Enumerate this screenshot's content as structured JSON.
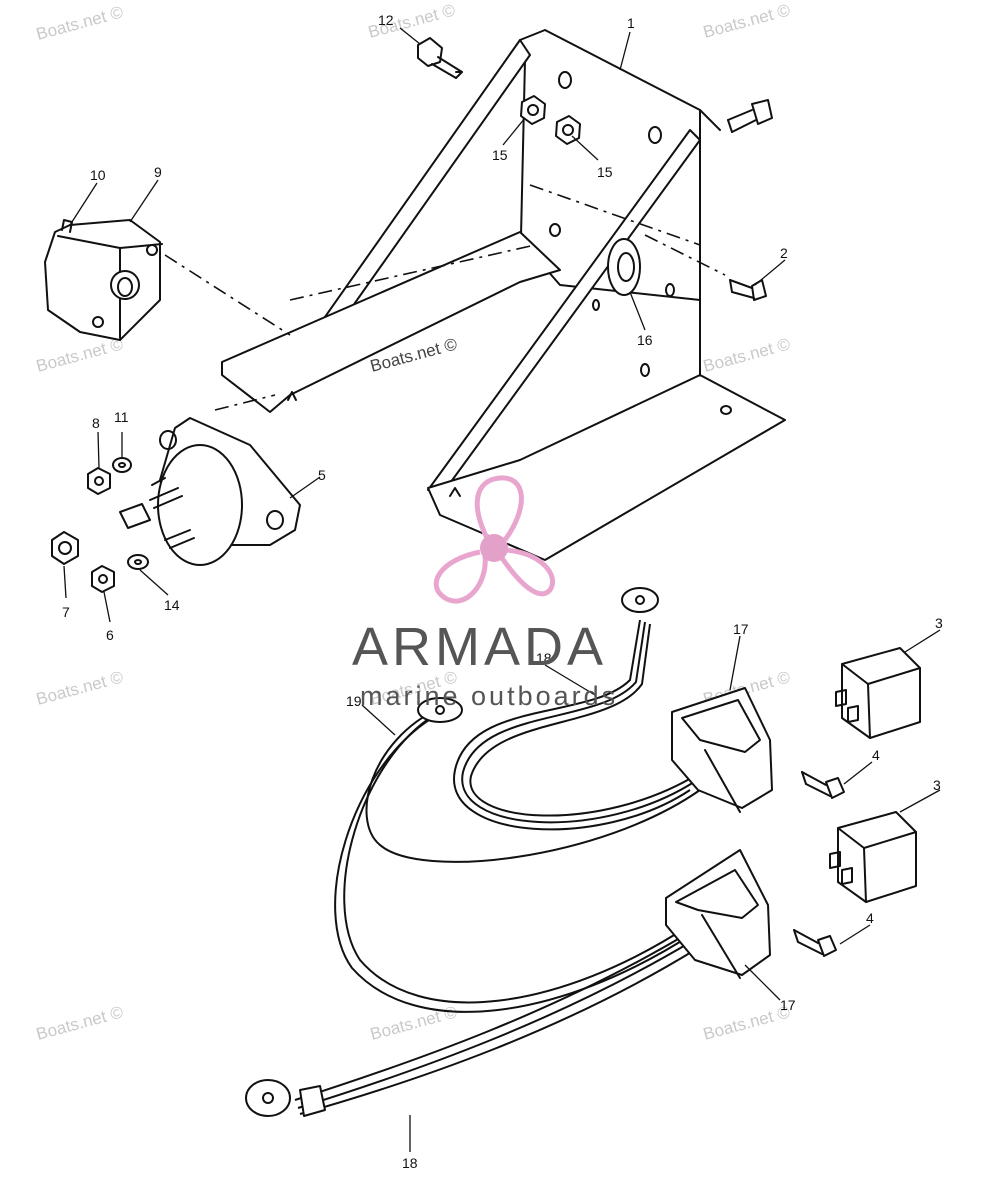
{
  "callouts": [
    {
      "label": "1"
    },
    {
      "label": "2"
    },
    {
      "label": "3"
    },
    {
      "label": "3"
    },
    {
      "label": "4"
    },
    {
      "label": "4"
    },
    {
      "label": "5"
    },
    {
      "label": "6"
    },
    {
      "label": "7"
    },
    {
      "label": "8"
    },
    {
      "label": "9"
    },
    {
      "label": "10"
    },
    {
      "label": "11"
    },
    {
      "label": "12"
    },
    {
      "label": "14"
    },
    {
      "label": "15"
    },
    {
      "label": "15"
    },
    {
      "label": "16"
    },
    {
      "label": "17"
    },
    {
      "label": "17"
    },
    {
      "label": "18"
    },
    {
      "label": "18"
    },
    {
      "label": "19"
    }
  ],
  "watermark": {
    "text": "Boats.net ©"
  },
  "brand": {
    "title": "ARMADA",
    "subtitle": "marine outboards",
    "logo_color": "#e8a6cf",
    "hub_color": "#e3a0c8"
  }
}
